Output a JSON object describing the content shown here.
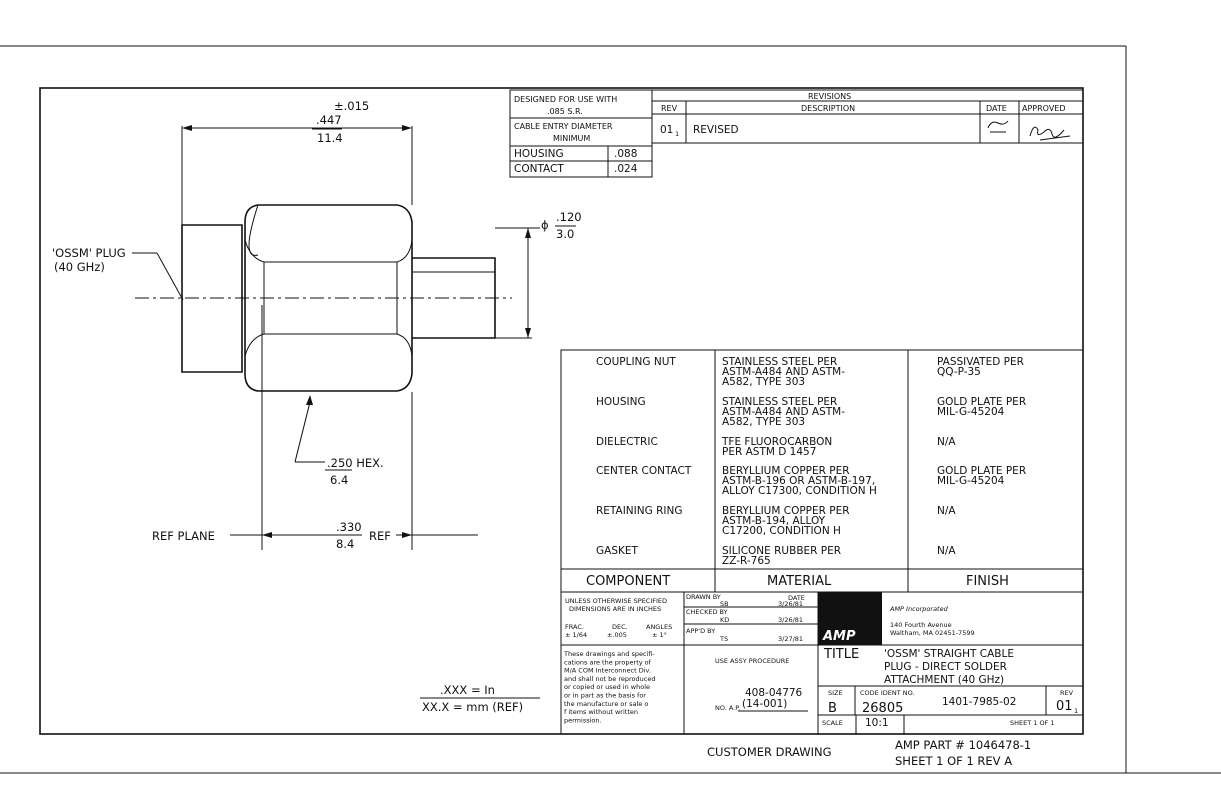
{
  "part_drawing": {
    "tolerance": "±.015",
    "length_in": ".447",
    "length_mm": "11.4",
    "callout_plug_line1": "'OSSM' PLUG",
    "callout_plug_line2": "(40 GHz)",
    "dia_symbol": "ϕ",
    "dia_in": ".120",
    "dia_mm": "3.0",
    "hex_in": ".250 HEX.",
    "hex_mm": "6.4",
    "ref_plane": "REF PLANE",
    "ref_in": ".330",
    "ref_mm": "8.4",
    "ref_label": "REF",
    "units_in": ".XXX  =  In",
    "units_mm": "XX.X  =  mm  (REF)"
  },
  "cable_spec": {
    "designed_line1": "DESIGNED FOR USE WITH",
    "designed_line2": ".085 S.R.",
    "entry_line1": "CABLE ENTRY DIAMETER",
    "entry_line2": "MINIMUM",
    "rows": [
      {
        "label": "HOUSING",
        "value": ".088"
      },
      {
        "label": "CONTACT",
        "value": ".024"
      }
    ]
  },
  "revisions": {
    "title": "REVISIONS",
    "headers": {
      "rev": "REV",
      "description": "DESCRIPTION",
      "date": "DATE",
      "approved": "APPROVED"
    },
    "rows": [
      {
        "rev": "01",
        "rev_sub": "1",
        "description": "REVISED"
      }
    ]
  },
  "bom": {
    "headers": {
      "component": "COMPONENT",
      "material": "MATERIAL",
      "finish": "FINISH"
    },
    "rows": [
      {
        "component": "COUPLING NUT",
        "material": [
          "STAINLESS STEEL PER",
          "ASTM-A484 AND ASTM-",
          "A582, TYPE 303"
        ],
        "finish": [
          "PASSIVATED PER",
          "QQ-P-35"
        ]
      },
      {
        "component": "HOUSING",
        "material": [
          "STAINLESS STEEL PER",
          "ASTM-A484 AND ASTM-",
          "A582, TYPE 303"
        ],
        "finish": [
          "GOLD PLATE PER",
          "MIL-G-45204"
        ]
      },
      {
        "component": "DIELECTRIC",
        "material": [
          "TFE FLUOROCARBON",
          "PER ASTM D 1457"
        ],
        "finish": [
          "N/A"
        ]
      },
      {
        "component": "CENTER CONTACT",
        "material": [
          "BERYLLIUM COPPER PER",
          "ASTM-B-196 OR ASTM-B-197,",
          "ALLOY C17300, CONDITION H"
        ],
        "finish": [
          "GOLD PLATE PER",
          "MIL-G-45204"
        ]
      },
      {
        "component": "RETAINING RING",
        "material": [
          "BERYLLIUM COPPER PER",
          "ASTM-B-194, ALLOY",
          "C17200, CONDITION H"
        ],
        "finish": [
          "N/A"
        ]
      },
      {
        "component": "GASKET",
        "material": [
          "SILICONE RUBBER PER",
          "ZZ-R-765"
        ],
        "finish": [
          "N/A"
        ]
      }
    ]
  },
  "title_block": {
    "tolerance_line1": "UNLESS OTHERWISE SPECIFIED",
    "tolerance_line2": "DIMENSIONS ARE IN INCHES",
    "frac_label": "FRAC.",
    "frac_value": "± 1/64",
    "dec_label": "DEC.",
    "dec_value": "±.005",
    "angles_label": "ANGLES",
    "angles_value": "± 1°",
    "notice": [
      "These drawings and specifi-",
      "cations are the property of",
      "M/A COM Interconnect Div.",
      "and shall not be reproduced",
      "or copied or used in whole",
      "or in part as the basis for",
      "the manufacture or sale o",
      "f items without written",
      "permission."
    ],
    "drawn_label": "DRAWN BY",
    "drawn_by": "SB",
    "date_label": "DATE",
    "drawn_date": "3/26/81",
    "checked_label": "CHECKED BY",
    "checked_by": "KD",
    "checked_date": "3/26/81",
    "approved_label": "APP'D BY",
    "approved_by": "TS",
    "approved_date": "3/27/81",
    "assy_label": "USE ASSY PROCEDURE",
    "assy_number": "408-04776",
    "no_label": "NO. A.P.",
    "ap_number": "(14-001)",
    "logo": "AMP",
    "company": "AMP Incorporated",
    "address1": "140 Fourth Avenue",
    "address2": "Waltham, MA 02451-7599",
    "title_label": "TITLE",
    "title_lines": [
      "'OSSM' STRAIGHT CABLE",
      "PLUG - DIRECT SOLDER",
      "ATTACHMENT (40 GHz)"
    ],
    "size_label": "SIZE",
    "size": "B",
    "code_label": "CODE IDENT NO.",
    "code": "26805",
    "drawing_number": "1401-7985-02",
    "rev_label": "REV",
    "rev": "01",
    "rev_sub": "1",
    "scale_label": "SCALE",
    "scale": "10:1",
    "sheet": "SHEET  1  OF  1"
  },
  "footer": {
    "customer_drawing": "CUSTOMER DRAWING",
    "amp_part": "AMP PART # 1046478-1",
    "sheet_rev": "SHEET 1 OF 1  REV A"
  }
}
